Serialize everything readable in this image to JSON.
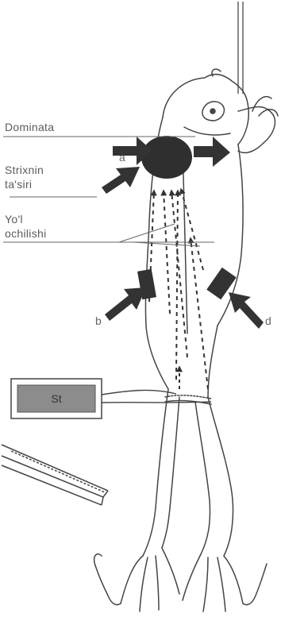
{
  "labels": {
    "dominata": "Dominata",
    "strychnine_line1": "Strixnin",
    "strychnine_line2": "ta'siri",
    "pathway_line1": "Yo'l",
    "pathway_line2": "ochilishi"
  },
  "markers": {
    "a": "a",
    "b": "b",
    "d": "d"
  },
  "stimulator": {
    "label": "St"
  },
  "colors": {
    "ink": "#2f2f2f",
    "line": "#555555",
    "stimulator_fill": "#8c8c8c",
    "label_text": "#5b5b5b"
  }
}
